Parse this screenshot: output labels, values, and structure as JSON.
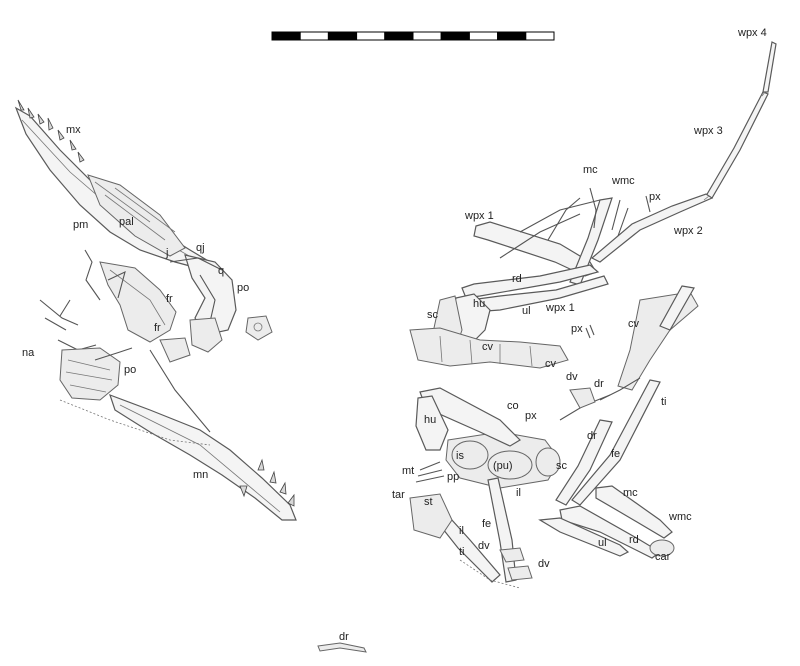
{
  "scale_bar": {
    "segments": 10,
    "dark_color": "#000000",
    "light_color": "#ffffff"
  },
  "labels": {
    "mx": "mx",
    "pm": "pm",
    "pal": "pal",
    "qj": "qj",
    "j": "j",
    "q": "q",
    "po": "po",
    "fr": "fr",
    "fr2": "fr",
    "na": "na",
    "po2": "po",
    "mn": "mn",
    "wpx4": "wpx 4",
    "wpx3": "wpx 3",
    "wpx2": "wpx 2",
    "wpx1": "wpx 1",
    "wpx1b": "wpx 1",
    "mc": "mc",
    "wmc": "wmc",
    "px": "px",
    "rd": "rd",
    "hu": "hu",
    "ul": "ul",
    "sc": "sc",
    "cv": "cv",
    "cv2": "cv",
    "cv3": "cv",
    "px2": "px",
    "dv": "dv",
    "dr": "dr",
    "dr2": "dr",
    "co": "co",
    "px3": "px",
    "hu2": "hu",
    "ti": "ti",
    "fe": "fe",
    "is": "is",
    "pu": "(pu)",
    "sc2": "sc",
    "mt": "mt",
    "pp": "pp",
    "tar": "tar",
    "st": "st",
    "il": "il",
    "il2": "il",
    "fe2": "fe",
    "dv2": "dv",
    "dv3": "dv",
    "ti2": "ti",
    "mc2": "mc",
    "wmc2": "wmc",
    "ul2": "ul",
    "rd2": "rd",
    "car": "car",
    "dr3": "dr"
  }
}
